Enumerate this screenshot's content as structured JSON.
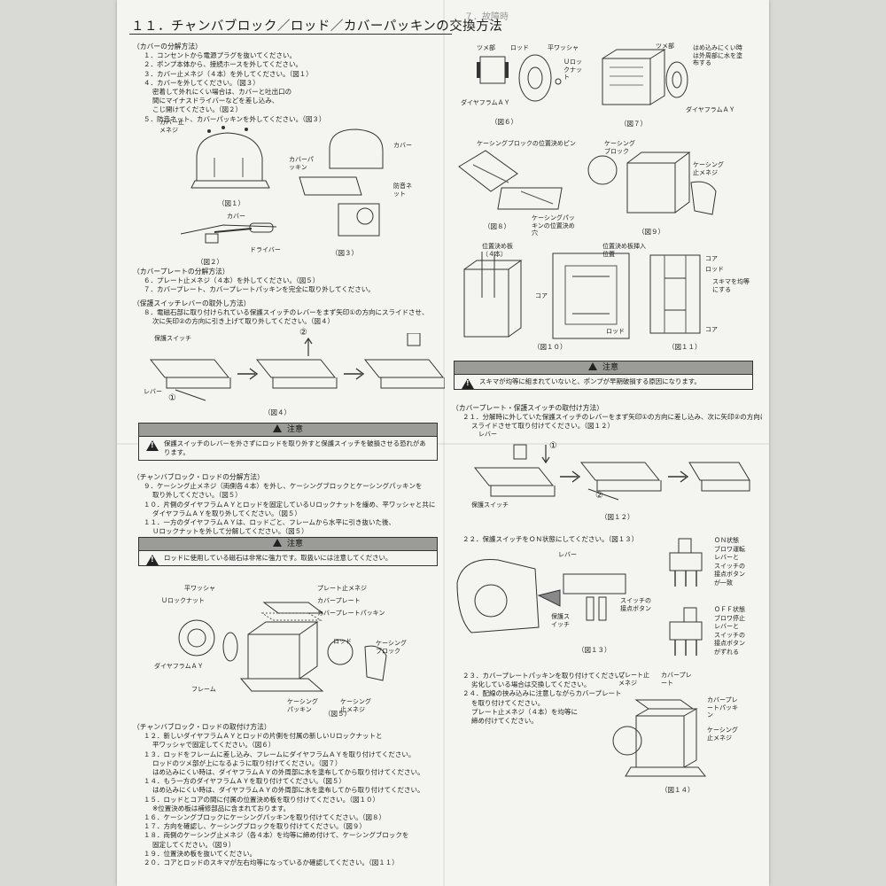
{
  "title": "１１．チャンバブロック／ロッド／カバーパッキンの交換方法",
  "tab": "７．故障時",
  "left": {
    "cover_section": {
      "heading": "（カバーの分解方法）",
      "lines": [
        "１．コンセントから電源プラグを抜いてください。",
        "２．ポンプ本体から、接続ホースを外してください。",
        "３．カバー止メネジ（４本）を外してください。（図１）",
        "４．カバーを外してください。（図３）",
        "密着して外れにくい場合は、カバーと吐出口の",
        "間にマイナスドライバーなどを差し込み、",
        "こじ開けてください。（図２）",
        "５．防音ネット、カバーパッキンを外してください。（図３）"
      ]
    },
    "fig1": {
      "caption": "（図１）",
      "label_screw": "カバー止メネジ"
    },
    "fig2": {
      "caption": "（図２）",
      "label_cover": "カバー",
      "label_driver": "ドライバー"
    },
    "fig3": {
      "caption": "（図３）",
      "label_cover": "カバー",
      "label_packing": "カバーパッキン",
      "label_net": "防音ネット"
    },
    "plate_section": {
      "heading": "（カバープレートの分解方法）",
      "lines": [
        "６．プレート止メネジ（４本）を外してください。（図５）",
        "７．カバープレート、カバープレートパッキンを完全に取り外してください。"
      ]
    },
    "switch_section": {
      "heading": "（保護スイッチレバーの取外し方法）",
      "lines": [
        "８．電磁石部に取り付けられている保護スイッチのレバーをまず矢印①の方向にスライドさせ、",
        "次に矢印②の方向に引き上げて取り外してください。（図４）"
      ]
    },
    "fig4": {
      "caption": "（図４）",
      "label_switch": "保護スイッチ",
      "label_lever": "レバー",
      "num1": "①",
      "num2": "②"
    },
    "caution1": {
      "head": "注意",
      "text": "保護スイッチのレバーを外さずにロッドを取り外すと保護スイッチを破損させる恐れがあります。"
    },
    "chamber_section": {
      "heading": "（チャンバブロック・ロッドの分解方法）",
      "lines": [
        "９．ケーシング止メネジ（両側各４本）を外し、ケーシングブロックとケーシングパッキンを",
        "取り外してください。（図５）",
        "１０．片側のダイヤフラムＡＹとロッドを固定しているＵロックナットを緩め、平ワッシャと共に",
        "ダイヤフラムＡＹを取り外してください。（図５）",
        "１１．一方のダイヤフラムＡＹは、ロッドごと、フレームから水平に引き抜いた後、",
        "Ｕロックナットを外して分解してください。（図５）"
      ]
    },
    "caution2": {
      "head": "注意",
      "text": "ロッドに使用している磁石は非常に強力です。取扱いには注意してください。"
    },
    "fig5": {
      "caption": "（図５）",
      "labels": [
        "平ワッシャ",
        "Ｕロックナット",
        "プレート止メネジ",
        "カバープレート",
        "カバープレートパッキン",
        "ロッド",
        "ケーシングブロック",
        "ダイヤフラムＡＹ",
        "フレーム",
        "ケーシングパッキン",
        "ケーシング止メネジ"
      ]
    },
    "install_section": {
      "heading": "（チャンバブロック・ロッドの取付け方法）",
      "lines": [
        "１２．新しいダイヤフラムＡＹとロッドの片側を付属の新しいＵロックナットと",
        "平ワッシャで固定してください。（図６）",
        "１３．ロッドをフレームに差し込み、フレームにダイヤフラムＡＹを取り付けてください。",
        "ロッドのツメ部が上になるように取り付けてください。（図７）",
        "はめ込みにくい時は、ダイヤフラムＡＹの外周部に水を塗布してから取り付けてください。",
        "１４．もう一方のダイヤフラムＡＹを取り付けてください。（図５）",
        "はめ込みにくい時は、ダイヤフラムＡＹの外周部に水を塗布してから取り付けてください。",
        "１５．ロッドとコアの間に付属の位置決め板を取り付けてください。（図１０）",
        "※位置決め板は補修部品に含まれております。",
        "１６．ケーシングブロックにケーシングパッキンを取り付けてください。（図８）",
        "１７．方向を確認し、ケーシングブロックを取り付けてください。（図９）",
        "１８．両側のケーシング止メネジ（各４本）を均等に締め付けて、ケーシングブロックを",
        "固定してください。（図９）",
        "１９．位置決め板を抜いてください。",
        "２０．コアとロッドのスキマが左右均等になっているか確認してください。（図１１）"
      ]
    }
  },
  "right": {
    "fig6": {
      "caption": "（図６）",
      "labels": [
        "ツメ部",
        "ロッド",
        "平ワッシャ",
        "Ｕロックナット",
        "ダイヤフラムＡＹ"
      ]
    },
    "fig7": {
      "caption": "（図７）",
      "labels": [
        "ツメ部",
        "はめ込みにくい時は外周部に水を塗布する",
        "ダイヤフラムＡＹ"
      ]
    },
    "fig8": {
      "caption": "（図８）",
      "labels": [
        "ケーシングブロックの位置決めピン",
        "ケーシングパッキンの位置決め穴"
      ]
    },
    "fig9": {
      "caption": "（図９）",
      "labels": [
        "ケーシングブロック",
        "ケーシング止メネジ"
      ]
    },
    "fig10": {
      "caption": "（図１０）",
      "labels": [
        "位置決め板（４本）",
        "位置決め板挿入位置",
        "コア",
        "ロッド"
      ]
    },
    "fig11": {
      "caption": "（図１１）",
      "labels": [
        "コア",
        "ロッド",
        "スキマを均等にする",
        "コア"
      ]
    },
    "caution3": {
      "head": "注意",
      "text": "スキマが均等に組まれていないと、ポンプが早期破損する原因になります。"
    },
    "switch_install": {
      "heading": "（カバープレート・保護スイッチの取付け方法）",
      "lines": [
        "２１．分解時に外していた保護スイッチのレバーをまず矢印①の方向に差し込み、次に矢印②の方向に",
        "スライドさせて取り付けてください。（図１２）"
      ]
    },
    "fig12": {
      "caption": "（図１２）",
      "label_lever": "レバー",
      "label_switch": "保護スイッチ",
      "num1": "①",
      "num2": "②"
    },
    "step22": "２２．保護スイッチをＯＮ状態にしてください。（図１３）",
    "fig13": {
      "caption": "（図１３）",
      "label_lever": "レバー",
      "label_switch": "保護スイッチ",
      "label_contact": "スイッチの接点ボタン",
      "on_text": [
        "ＯＮ状態",
        "ブロワ運転",
        "レバーと",
        "スイッチの",
        "接点ボタン",
        "が一致"
      ],
      "off_text": [
        "ＯＦＦ状態",
        "ブロワ停止",
        "レバーと",
        "スイッチの",
        "接点ボタン",
        "がずれる"
      ]
    },
    "step23": [
      "２３．カバープレートパッキンを取り付けてください。（図１４）",
      "劣化している場合は交換してください。",
      "２４．配線の挟み込みに注意しながらカバープレート",
      "を取り付けてください。",
      "プレート止メネジ（４本）を均等に",
      "締め付けてください。"
    ],
    "fig14": {
      "caption": "（図１４）",
      "labels": [
        "プレート止メネジ",
        "カバープレート",
        "カバープレートパッキン",
        "ケーシング止メネジ"
      ]
    }
  }
}
